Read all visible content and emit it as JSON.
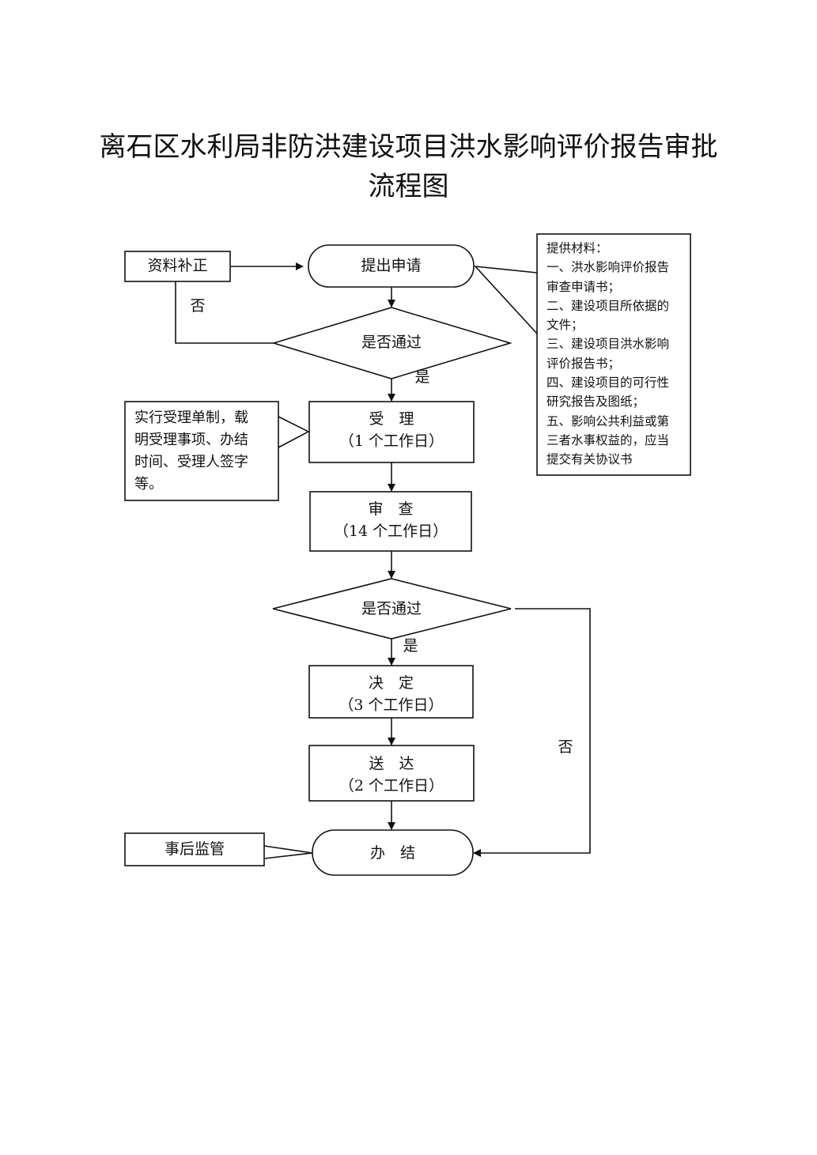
{
  "title": {
    "line1": "离石区水利局非防洪建设项目洪水影响评价报告审批",
    "line2": "流程图"
  },
  "nodes": {
    "supplement": "资料补正",
    "apply": "提出申请",
    "check1": "是否通过",
    "accept": {
      "name": "受　理",
      "days": "（1 个工作日）"
    },
    "review": {
      "name": "审　查",
      "days": "（14 个工作日）"
    },
    "check2": "是否通过",
    "decide": {
      "name": "决　定",
      "days": "（3 个工作日）"
    },
    "deliver": {
      "name": "送　达",
      "days": "（2 个工作日）"
    },
    "finish": "办　结",
    "supervise": "事后监管"
  },
  "edges": {
    "no_1": "否",
    "yes_1": "是",
    "yes_2": "是",
    "no_2": "否"
  },
  "notes": {
    "materials": [
      "提供材料：",
      "一、洪水影响评价报告",
      "审查申请书；",
      "二、建设项目所依据的",
      "文件；",
      "三、建设项目洪水影响",
      "评价报告书；",
      "四、建设项目的可行性",
      "研究报告及图纸；",
      "五、影响公共利益或第",
      "三者水事权益的，应当",
      "提交有关协议书"
    ],
    "acceptance": [
      "实行受理单制，载",
      "明受理事项、办结",
      "时间、受理人签字",
      "等。"
    ]
  }
}
